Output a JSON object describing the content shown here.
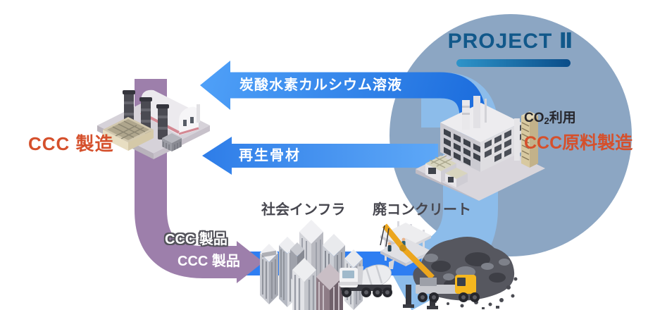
{
  "header": {
    "title": "PROJECT Ⅱ"
  },
  "flows": {
    "solution_arrow": "炭酸水素カルシウム溶液",
    "aggregate_arrow": "再生骨材",
    "product_label_upper": "CCC 製品",
    "product_label_lower": "CCC 製品"
  },
  "nodes": {
    "ccc_plant": {
      "label": "CCC 製造"
    },
    "material_plant": {
      "co2_prefix": "CO",
      "co2_sub": "2",
      "co2_suffix": "利用",
      "label": "CCC原料製造"
    },
    "city": {
      "label": "社会インフラ"
    },
    "waste": {
      "label": "廃コンクリート"
    }
  },
  "icons": {
    "left_factory": "factory-icon",
    "right_factory": "industrial-plant-icon",
    "city": "city-buildings-icon",
    "demolition": "demolition-site-icon",
    "arrows": "flow-arrow-icon"
  },
  "colors": {
    "circle": "#8CA6C3",
    "recycle_band": "#8CBCEA",
    "bottom_band": "#2E7EF2",
    "arrow_light": "#5EA8F7",
    "arrow_deep": "#1A6BDC",
    "purple_path": "#9D7FAB",
    "accent_orange": "#D5502C",
    "title_blue": "#11588A",
    "underline_from": "#2E94C9",
    "underline_to": "#0B4D89",
    "label_dark": "#47474F"
  }
}
